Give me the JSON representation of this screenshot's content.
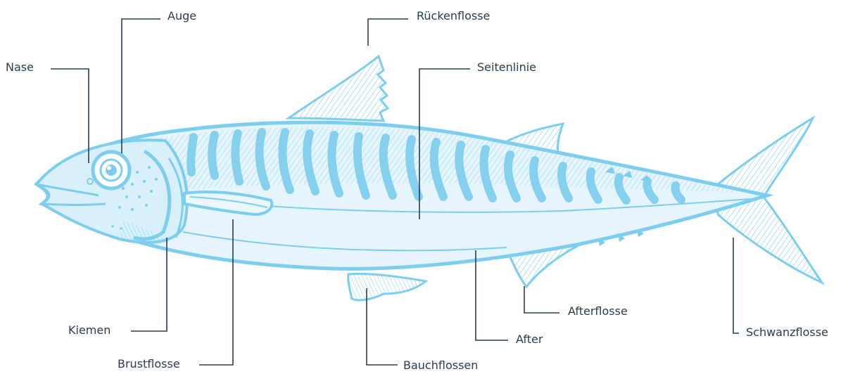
{
  "colors": {
    "fish_fill": "#bfe6f6",
    "fish_stroke": "#7ccdee",
    "stripe": "#86d0ef",
    "line": "#2a3d4f",
    "text": "#2a3d4f"
  },
  "labels": {
    "nase": "Nase",
    "auge": "Auge",
    "rueckenflosse": "Rückenflosse",
    "seitenlinie": "Seitenlinie",
    "kiemen": "Kiemen",
    "brustflosse": "Brustflosse",
    "bauchflossen": "Bauchflossen",
    "after": "After",
    "afterflosse": "Afterflosse",
    "schwanzflosse": "Schwanzflosse"
  }
}
